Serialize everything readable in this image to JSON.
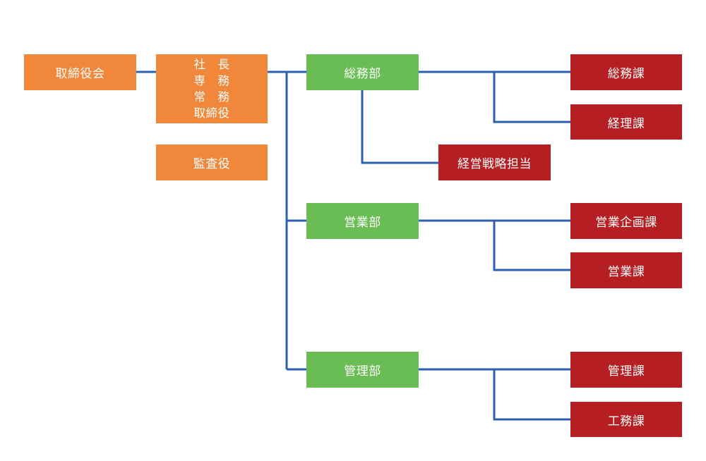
{
  "colors": {
    "connector": "#2d5fb3",
    "executive": "#f0873a",
    "department": "#6abd54",
    "section": "#b51e22"
  },
  "board": "取締役会",
  "executives": [
    "社　長",
    "専　務",
    "常　務",
    "取締役"
  ],
  "auditor": "監査役",
  "departments": [
    {
      "name": "総務部",
      "strategy": "経営戦略担当",
      "sections": [
        "総務課",
        "経理課"
      ]
    },
    {
      "name": "営業部",
      "sections": [
        "営業企画課",
        "営業課"
      ]
    },
    {
      "name": "管理部",
      "sections": [
        "管理課",
        "工務課"
      ]
    }
  ]
}
